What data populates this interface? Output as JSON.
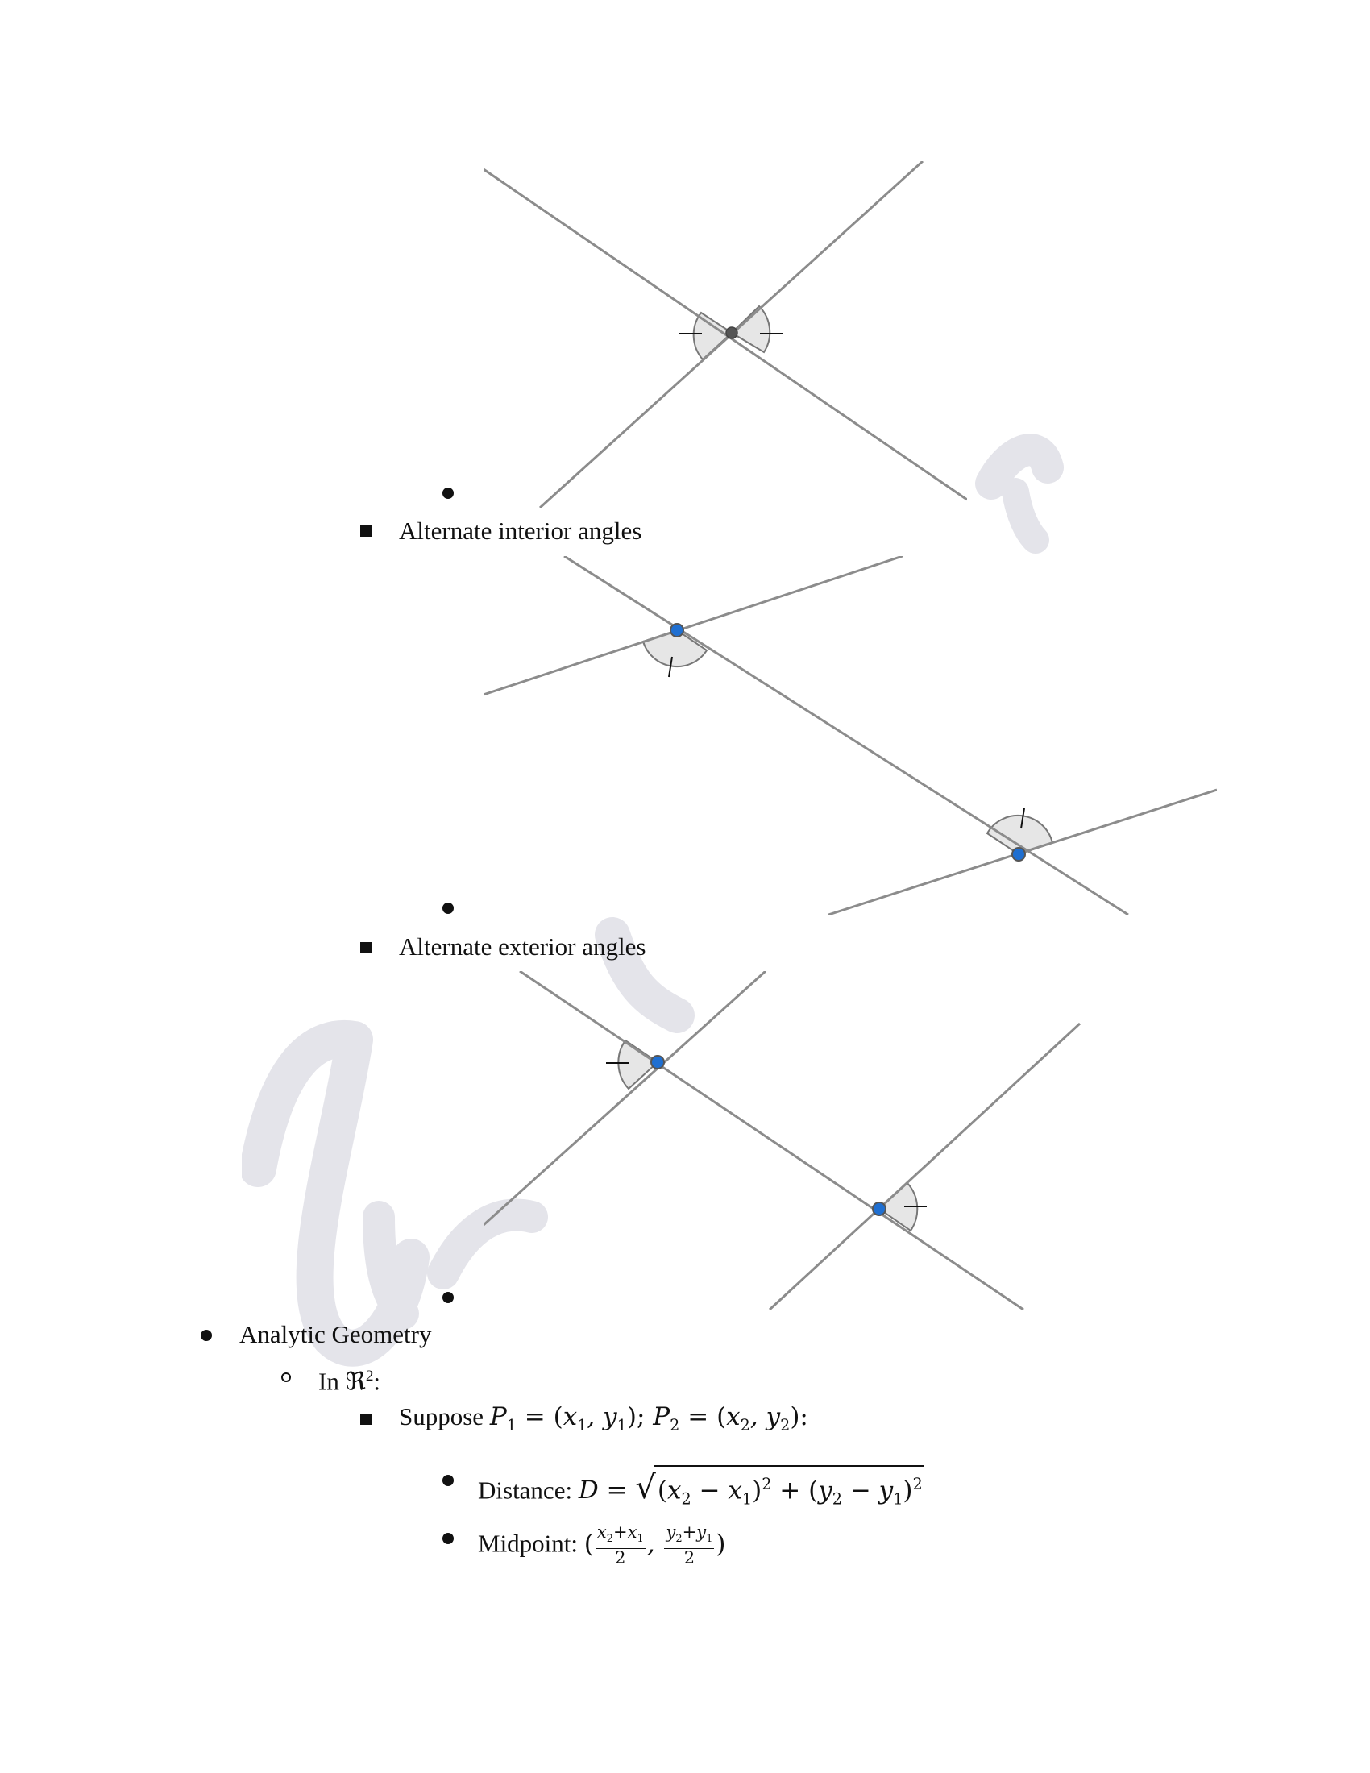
{
  "items": {
    "alt_interior": "Alternate interior angles",
    "alt_exterior": "Alternate exterior angles",
    "analytic": "Analytic Geometry",
    "in_r2_prefix": "In ",
    "in_r2_symbol": "ℜ",
    "in_r2_exp": "2",
    "in_r2_suffix": ":",
    "suppose_prefix": "Suppose ",
    "distance_label": "Distance: ",
    "midpoint_label": "Midpoint: "
  },
  "colors": {
    "line": "#8c8c8c",
    "vertex_fill": "#1f6fd1",
    "vertex_center": "#555555",
    "angle_fill": "#e6e6e6",
    "watermark": "#e4e4ea"
  }
}
